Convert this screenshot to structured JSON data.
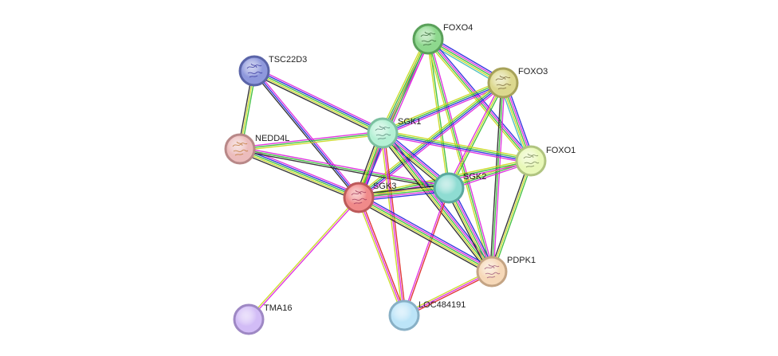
{
  "colors": {
    "background": "#ffffff",
    "label": "#222222",
    "edge_colors": [
      "#dd2222",
      "#2222dd",
      "#dd22dd",
      "#33bb33",
      "#c8d81a",
      "#222222",
      "#44bbbb"
    ]
  },
  "nodes": [
    {
      "id": "FOXO4",
      "label": "FOXO4",
      "fill": "#8ed88e",
      "stroke": "#5aa05a",
      "has_structure": true,
      "structure_color": "#3a6a3a"
    },
    {
      "id": "FOXO3",
      "label": "FOXO3",
      "fill": "#dcd88e",
      "stroke": "#a7a25a",
      "has_structure": true,
      "structure_color": "#7a6a3a"
    },
    {
      "id": "TSC22D3",
      "label": "TSC22D3",
      "fill": "#8e98dc",
      "stroke": "#5a64a8",
      "has_structure": true,
      "structure_color": "#3a3aa0"
    },
    {
      "id": "SGK1",
      "label": "SGK1",
      "fill": "#b4f0d4",
      "stroke": "#7cc0a0",
      "has_structure": true,
      "structure_color": "#5a8a7a"
    },
    {
      "id": "NEDD4L",
      "label": "NEDD4L",
      "fill": "#ecbcbc",
      "stroke": "#b88888",
      "has_structure": true,
      "structure_color": "#c07a3a"
    },
    {
      "id": "FOXO1",
      "label": "FOXO1",
      "fill": "#e8f8b8",
      "stroke": "#b0c480",
      "has_structure": true,
      "structure_color": "#7a8a5a"
    },
    {
      "id": "SGK2",
      "label": "SGK2",
      "fill": "#8edcd2",
      "stroke": "#5aa89e",
      "has_structure": false,
      "structure_color": ""
    },
    {
      "id": "SGK3",
      "label": "SGK3",
      "fill": "#f08a8a",
      "stroke": "#bc5a5a",
      "has_structure": true,
      "structure_color": "#a03a5a"
    },
    {
      "id": "PDPK1",
      "label": "PDPK1",
      "fill": "#f6d8b8",
      "stroke": "#c4a484",
      "has_structure": true,
      "structure_color": "#a05a7a"
    },
    {
      "id": "TMA16",
      "label": "TMA16",
      "fill": "#d2bcf6",
      "stroke": "#9e88c4",
      "has_structure": false,
      "structure_color": ""
    },
    {
      "id": "LOC484191",
      "label": "LOC484191",
      "fill": "#bce4f8",
      "stroke": "#88b0c6",
      "has_structure": false,
      "structure_color": ""
    }
  ],
  "edges": [
    {
      "source": "FOXO4",
      "target": "FOXO3",
      "colors": [
        "#2222dd",
        "#dd22dd",
        "#33bb33",
        "#c8d81a",
        "#44bbbb"
      ]
    },
    {
      "source": "FOXO4",
      "target": "FOXO1",
      "colors": [
        "#2222dd",
        "#dd22dd",
        "#33bb33",
        "#c8d81a"
      ]
    },
    {
      "source": "FOXO4",
      "target": "SGK1",
      "colors": [
        "#dd22dd",
        "#2222dd",
        "#33bb33",
        "#c8d81a"
      ]
    },
    {
      "source": "FOXO4",
      "target": "SGK2",
      "colors": [
        "#33bb33",
        "#c8d81a"
      ]
    },
    {
      "source": "FOXO4",
      "target": "SGK3",
      "colors": [
        "#dd22dd",
        "#33bb33",
        "#c8d81a"
      ]
    },
    {
      "source": "FOXO4",
      "target": "PDPK1",
      "colors": [
        "#dd22dd",
        "#33bb33",
        "#c8d81a"
      ]
    },
    {
      "source": "FOXO3",
      "target": "FOXO1",
      "colors": [
        "#2222dd",
        "#dd22dd",
        "#33bb33",
        "#c8d81a",
        "#44bbbb"
      ]
    },
    {
      "source": "FOXO3",
      "target": "SGK1",
      "colors": [
        "#dd22dd",
        "#2222dd",
        "#33bb33",
        "#c8d81a"
      ]
    },
    {
      "source": "FOXO3",
      "target": "SGK2",
      "colors": [
        "#33bb33",
        "#c8d81a",
        "#dd22dd"
      ]
    },
    {
      "source": "FOXO3",
      "target": "SGK3",
      "colors": [
        "#dd22dd",
        "#2222dd",
        "#33bb33",
        "#c8d81a"
      ]
    },
    {
      "source": "FOXO3",
      "target": "PDPK1",
      "colors": [
        "#dd22dd",
        "#33bb33",
        "#222222"
      ]
    },
    {
      "source": "FOXO1",
      "target": "SGK1",
      "colors": [
        "#dd22dd",
        "#2222dd",
        "#33bb33",
        "#c8d81a"
      ]
    },
    {
      "source": "FOXO1",
      "target": "SGK2",
      "colors": [
        "#dd22dd",
        "#33bb33",
        "#c8d81a"
      ]
    },
    {
      "source": "FOXO1",
      "target": "SGK3",
      "colors": [
        "#dd22dd",
        "#33bb33",
        "#c8d81a"
      ]
    },
    {
      "source": "FOXO1",
      "target": "PDPK1",
      "colors": [
        "#33bb33",
        "#c8d81a",
        "#222222"
      ]
    },
    {
      "source": "TSC22D3",
      "target": "NEDD4L",
      "colors": [
        "#33bb33",
        "#c8d81a",
        "#222222"
      ]
    },
    {
      "source": "TSC22D3",
      "target": "SGK1",
      "colors": [
        "#dd22dd",
        "#2222dd",
        "#33bb33",
        "#c8d81a",
        "#222222"
      ]
    },
    {
      "source": "TSC22D3",
      "target": "SGK3",
      "colors": [
        "#dd22dd",
        "#2222dd",
        "#222222"
      ]
    },
    {
      "source": "NEDD4L",
      "target": "SGK1",
      "colors": [
        "#dd22dd",
        "#33bb33",
        "#c8d81a"
      ]
    },
    {
      "source": "NEDD4L",
      "target": "SGK3",
      "colors": [
        "#dd22dd",
        "#2222dd",
        "#33bb33",
        "#c8d81a",
        "#222222"
      ]
    },
    {
      "source": "NEDD4L",
      "target": "SGK2",
      "colors": [
        "#dd22dd",
        "#33bb33",
        "#222222"
      ]
    },
    {
      "source": "SGK1",
      "target": "SGK2",
      "colors": [
        "#2222dd",
        "#dd22dd",
        "#33bb33",
        "#c8d81a",
        "#222222"
      ]
    },
    {
      "source": "SGK1",
      "target": "SGK3",
      "colors": [
        "#2222dd",
        "#dd22dd",
        "#33bb33",
        "#c8d81a",
        "#222222"
      ]
    },
    {
      "source": "SGK1",
      "target": "PDPK1",
      "colors": [
        "#2222dd",
        "#dd22dd",
        "#33bb33",
        "#c8d81a",
        "#222222"
      ]
    },
    {
      "source": "SGK1",
      "target": "LOC484191",
      "colors": [
        "#dd2222",
        "#dd22dd",
        "#c8d81a"
      ]
    },
    {
      "source": "SGK2",
      "target": "SGK3",
      "colors": [
        "#2222dd",
        "#dd22dd",
        "#33bb33",
        "#c8d81a",
        "#222222"
      ]
    },
    {
      "source": "SGK2",
      "target": "PDPK1",
      "colors": [
        "#2222dd",
        "#dd22dd",
        "#33bb33",
        "#c8d81a",
        "#222222"
      ]
    },
    {
      "source": "SGK2",
      "target": "LOC484191",
      "colors": [
        "#dd2222",
        "#dd22dd"
      ]
    },
    {
      "source": "SGK3",
      "target": "PDPK1",
      "colors": [
        "#2222dd",
        "#dd22dd",
        "#33bb33",
        "#c8d81a",
        "#222222"
      ]
    },
    {
      "source": "SGK3",
      "target": "LOC484191",
      "colors": [
        "#dd2222",
        "#dd22dd",
        "#c8d81a"
      ]
    },
    {
      "source": "SGK3",
      "target": "TMA16",
      "colors": [
        "#dd22dd",
        "#c8d81a"
      ]
    },
    {
      "source": "PDPK1",
      "target": "LOC484191",
      "colors": [
        "#dd2222",
        "#dd22dd",
        "#c8d81a"
      ]
    }
  ]
}
